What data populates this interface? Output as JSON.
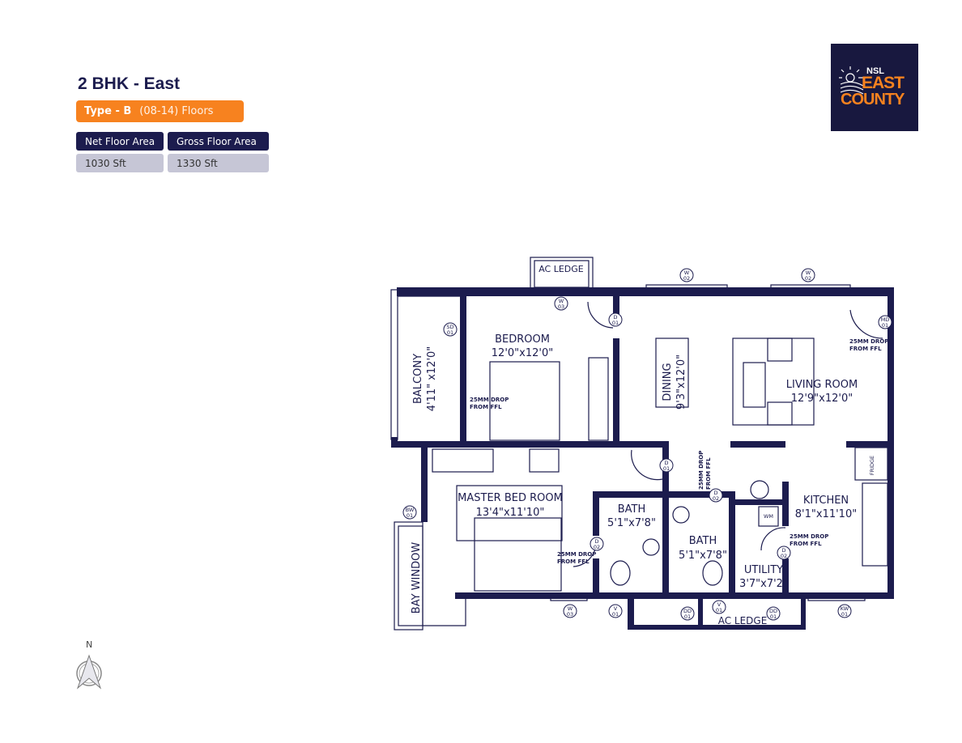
{
  "header": {
    "title": "2 BHK - East",
    "type_label": "Type - B",
    "floors": "(08-14) Floors"
  },
  "areas": {
    "net_label": "Net Floor Area",
    "gross_label": "Gross Floor Area",
    "net_value": "1030 Sft",
    "gross_value": "1330 Sft"
  },
  "logo": {
    "line1": "NSL",
    "line2": "EAST",
    "line3": "COUNTY"
  },
  "compass": {
    "label": "N"
  },
  "colors": {
    "navy": "#1c1c4e",
    "orange": "#f7821f",
    "gray": "#c6c6d6"
  },
  "rooms": {
    "bedroom": {
      "name": "BEDROOM",
      "size": "12'0\"x12'0\""
    },
    "balcony": {
      "name": "BALCONY",
      "size": "4'11\" x12'0\""
    },
    "dining": {
      "name": "DINING",
      "size": "9'3\"x12'0\""
    },
    "living": {
      "name": "LIVING ROOM",
      "size": "12'9\"x12'0\""
    },
    "master": {
      "name": "MASTER BED ROOM",
      "size": "13'4\"x11'10\""
    },
    "bath1": {
      "name": "BATH",
      "size": "5'1\"x7'8\""
    },
    "bath2": {
      "name": "BATH",
      "size": "5'1\"x7'8\""
    },
    "utility": {
      "name": "UTILITY",
      "size": "3'7\"x7'2\""
    },
    "kitchen": {
      "name": "KITCHEN",
      "size": "8'1\"x11'10\""
    },
    "bay_window": {
      "name": "BAY WINDOW"
    },
    "ac_ledge_top": {
      "name": "AC LEDGE"
    },
    "ac_ledge_bottom": {
      "name": "AC LEDGE"
    },
    "fridge": {
      "name": "FRIDGE"
    },
    "wm": {
      "name": "WM"
    }
  },
  "notes": {
    "drop_1": "25MM DROP",
    "drop_2": "FROM FFL"
  },
  "tags": {
    "w03a": [
      "W",
      "03"
    ],
    "w02a": [
      "W",
      "02"
    ],
    "w02b": [
      "W",
      "02"
    ],
    "d01a": [
      "D",
      "01"
    ],
    "sd01": [
      "SD",
      "01"
    ],
    "md01": [
      "MD",
      "01"
    ],
    "d01b": [
      "D",
      "01"
    ],
    "d02a": [
      "D",
      "02"
    ],
    "d02b": [
      "D",
      "02"
    ],
    "d02c": [
      "D",
      "02"
    ],
    "bw01": [
      "BW",
      "01"
    ],
    "w03b": [
      "W",
      "03"
    ],
    "v01a": [
      "V",
      "01"
    ],
    "dd01a": [
      "DD",
      "01"
    ],
    "v01b": [
      "V",
      "01"
    ],
    "dd01b": [
      "DD",
      "01"
    ],
    "kw01": [
      "KW",
      "01"
    ]
  }
}
